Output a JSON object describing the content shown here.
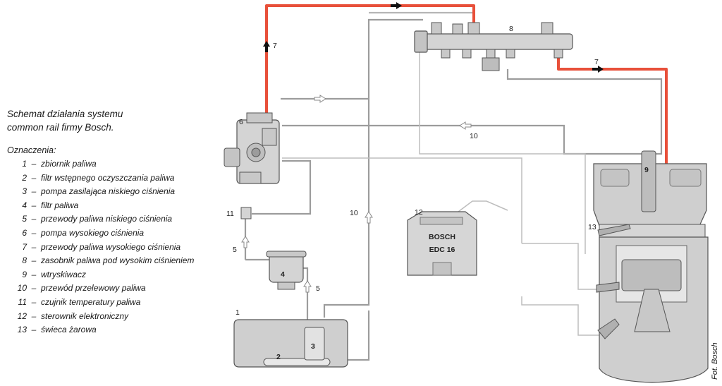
{
  "title_line1": "Schemat działania systemu",
  "title_line2": "common rail firmy Bosch.",
  "legend_heading": "Oznaczenia:",
  "legend": [
    {
      "num": "1",
      "text": "zbiornik paliwa"
    },
    {
      "num": "2",
      "text": "filtr wstępnego oczyszczania paliwa"
    },
    {
      "num": "3",
      "text": "pompa zasilająca niskiego ciśnienia"
    },
    {
      "num": "4",
      "text": "filtr paliwa"
    },
    {
      "num": "5",
      "text": "przewody paliwa niskiego ciśnienia"
    },
    {
      "num": "6",
      "text": "pompa wysokiego ciśnienia"
    },
    {
      "num": "7",
      "text": "przewody paliwa wysokiego ciśnienia"
    },
    {
      "num": "8",
      "text": "zasobnik paliwa pod wysokim ciśnieniem"
    },
    {
      "num": "9",
      "text": "wtryskiwacz"
    },
    {
      "num": "10",
      "text": "przewód przelewowy paliwa"
    },
    {
      "num": "11",
      "text": "czujnik temperatury paliwa"
    },
    {
      "num": "12",
      "text": "sterownik elektroniczny"
    },
    {
      "num": "13",
      "text": "świeca żarowa"
    }
  ],
  "ecu_brand": "BOSCH",
  "ecu_model": "EDC 16",
  "credit": "Fot. Bosch",
  "colors": {
    "high_pressure": "#e8503a",
    "low_pressure": "#9a9a9a",
    "component": "#d4d4d4"
  }
}
